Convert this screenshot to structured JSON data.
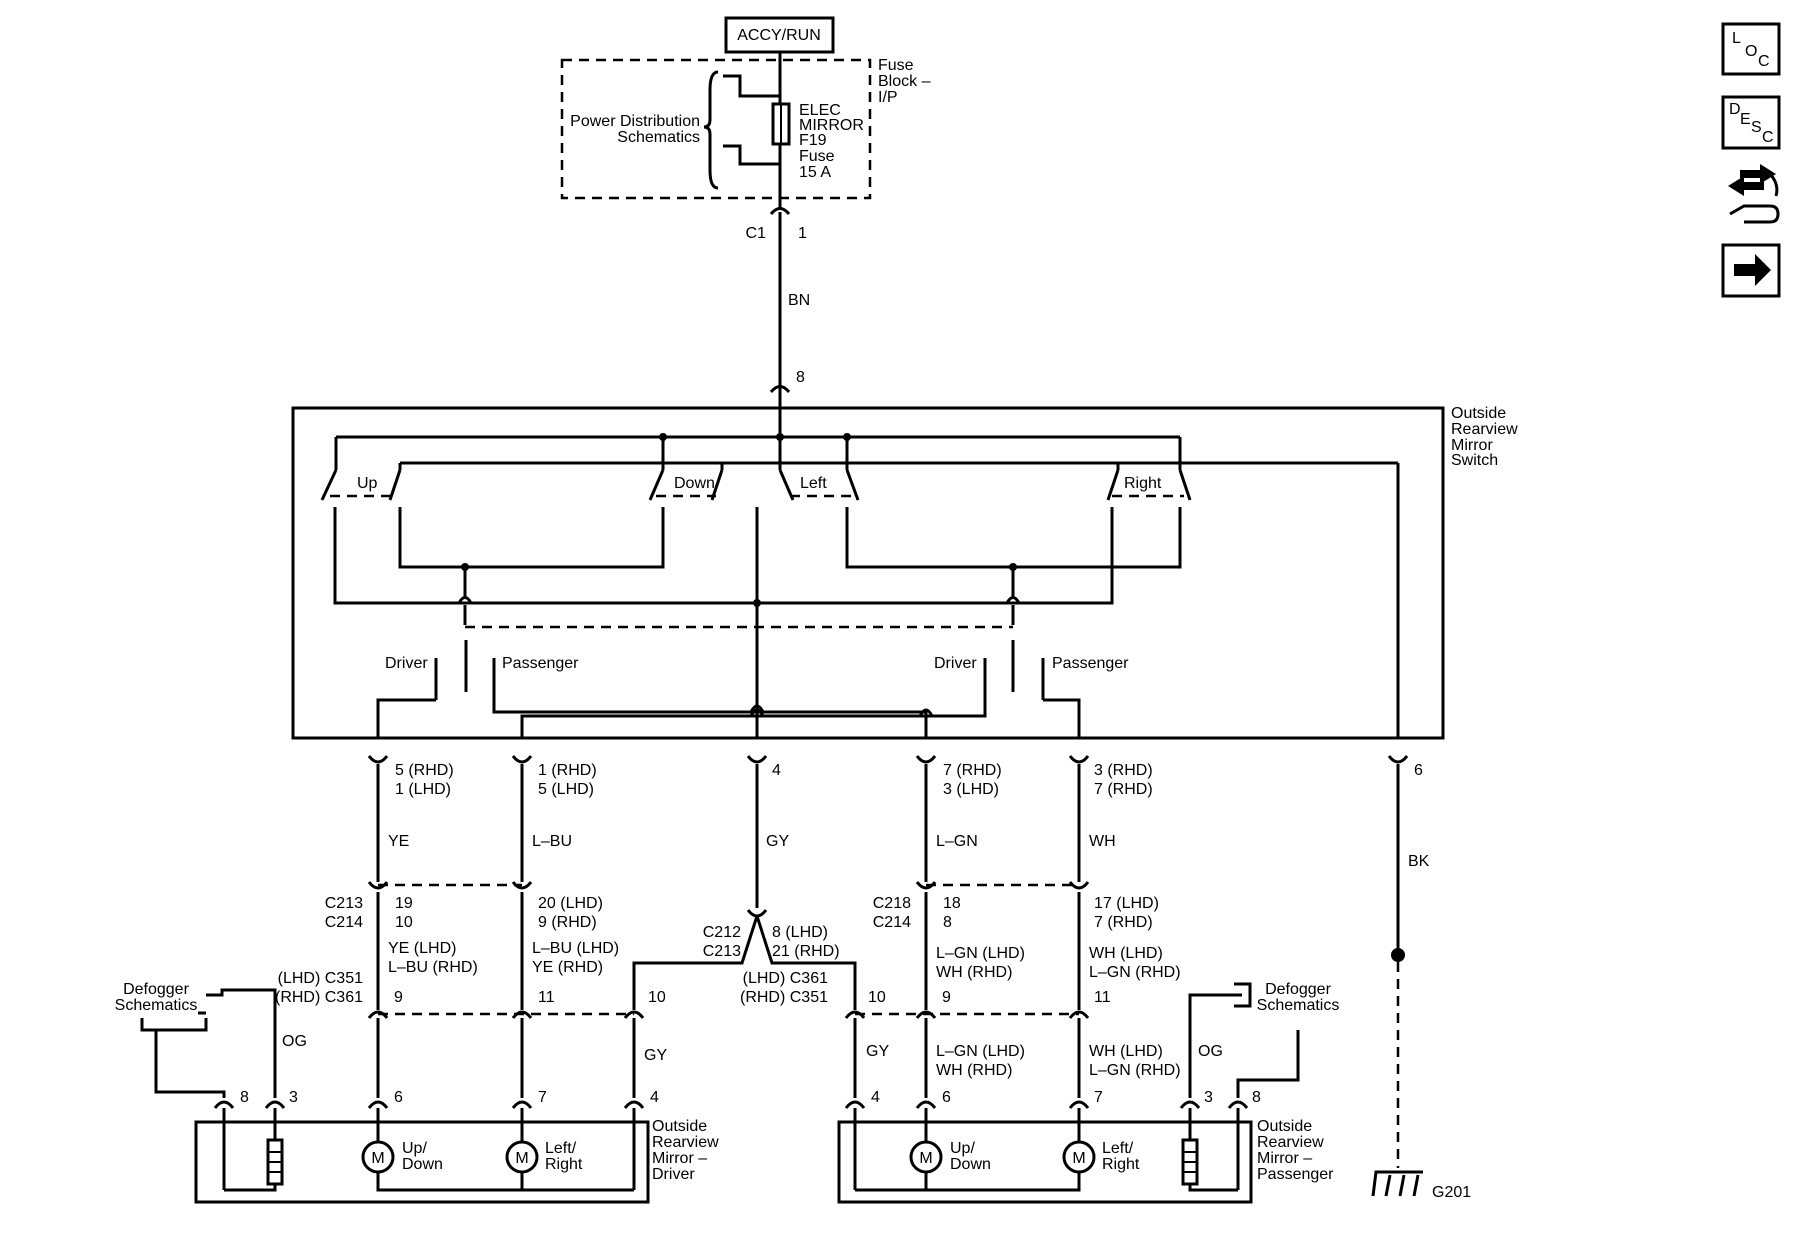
{
  "power": {
    "label": "ACCY/RUN"
  },
  "fuse_block": {
    "label_lines": [
      "Fuse",
      "Block –",
      "I/P"
    ],
    "pd_lines": [
      "Power Distribution",
      "Schematics"
    ],
    "fuse_lines": [
      "ELEC",
      "MIRROR",
      "F19",
      "Fuse",
      "15 A"
    ]
  },
  "wires": {
    "c1": "C1",
    "c1_pin": "1",
    "bn": "BN",
    "sw_in_pin": "8",
    "yellow": "YE",
    "lblue": "L–BU",
    "gray": "GY",
    "lgreen": "L–GN",
    "white": "WH",
    "black": "BK",
    "og_left": "OG",
    "og_right": "OG",
    "gy_left": "GY",
    "gy_right": "GY"
  },
  "switch": {
    "title_lines": [
      "Outside",
      "Rearview",
      "Mirror",
      "Switch"
    ],
    "up": "Up",
    "down": "Down",
    "left": "Left",
    "right": "Right",
    "driver1": "Driver",
    "passenger1": "Passenger",
    "driver2": "Driver",
    "passenger2": "Passenger"
  },
  "pins": {
    "p5": [
      "5 (RHD)",
      "1 (LHD)"
    ],
    "p1": [
      "1 (RHD)",
      "5 (LHD)"
    ],
    "p4": "4",
    "p7": [
      "7 (RHD)",
      "3 (LHD)"
    ],
    "p3": [
      "3 (RHD)",
      "7 (RHD)"
    ],
    "p6": "6"
  },
  "connectors": {
    "c213_c214": [
      "C213",
      "C214"
    ],
    "pins_19_10": [
      "19",
      "10"
    ],
    "pins_20": [
      "20 (LHD)",
      "9 (RHD)"
    ],
    "c218_c214": [
      "C218",
      "C214"
    ],
    "pins_18_8": [
      "18",
      "8"
    ],
    "pins_17": [
      "17 (LHD)",
      "7 (RHD)"
    ],
    "c212_c213": [
      "C212",
      "C213"
    ],
    "pins_8_21": [
      "8 (LHD)",
      "21 (RHD)"
    ]
  },
  "mid_colors": {
    "left_a": [
      "YE (LHD)",
      "L–BU (RHD)"
    ],
    "left_b": [
      "L–BU (LHD)",
      "YE (RHD)"
    ],
    "right_a": [
      "L–GN (LHD)",
      "WH (RHD)"
    ],
    "right_b": [
      "WH (LHD)",
      "L–GN (RHD)"
    ],
    "right_a2": [
      "L–GN (LHD)",
      "WH (RHD)"
    ],
    "right_b2": [
      "WH (LHD)",
      "L–GN (RHD)"
    ]
  },
  "c351": {
    "left": [
      "(LHD) C351",
      "(RHD) C361"
    ],
    "right": [
      "(LHD) C361",
      "(RHD) C351"
    ],
    "l9": "9",
    "l11": "11",
    "l10": "10",
    "r10": "10",
    "r9": "9",
    "r11": "11"
  },
  "defogger": {
    "left_lines": [
      "Defogger",
      "Schematics"
    ],
    "right_lines": [
      "Defogger",
      "Schematics"
    ]
  },
  "mirror_driver": {
    "title_lines": [
      "Outside",
      "Rearview",
      "Mirror –",
      "Driver"
    ],
    "pins": [
      "8",
      "3",
      "6",
      "7",
      "4"
    ],
    "motor1_lines": [
      "Up/",
      "Down"
    ],
    "motor2_lines": [
      "Left/",
      "Right"
    ],
    "motor_symbol": "M"
  },
  "mirror_passenger": {
    "title_lines": [
      "Outside",
      "Rearview",
      "Mirror –",
      "Passenger"
    ],
    "pins": [
      "4",
      "6",
      "7",
      "3",
      "8"
    ],
    "motor1_lines": [
      "Up/",
      "Down"
    ],
    "motor2_lines": [
      "Left/",
      "Right"
    ],
    "motor_symbol": "M"
  },
  "ground": {
    "label": "G201"
  },
  "nav": {
    "loc": [
      "L",
      "O",
      "C"
    ],
    "desc": [
      "D",
      "E",
      "S",
      "C"
    ]
  }
}
